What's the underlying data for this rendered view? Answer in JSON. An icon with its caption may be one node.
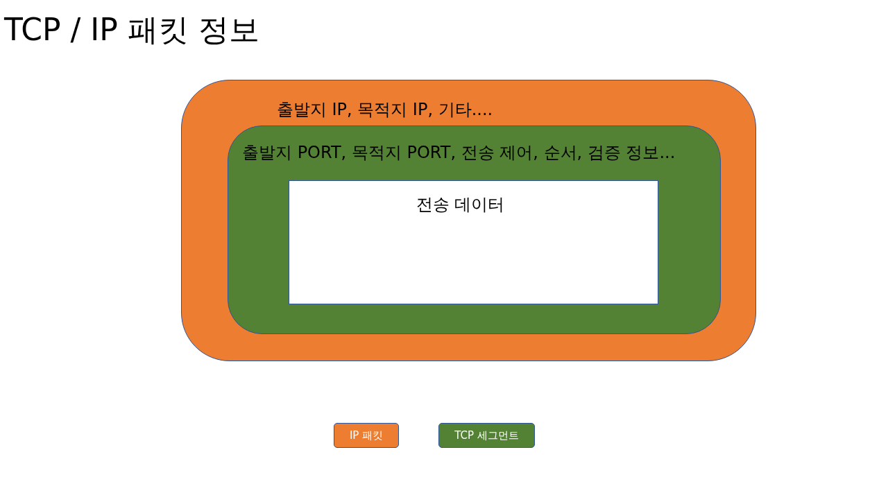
{
  "diagram": {
    "title": "TCP / IP 패킷 정보",
    "nodes": [
      {
        "text": [
          "출발지 IP, 목적지 IP, 기타...."
        ]
      },
      {
        "text": [
          "출발지 PORT, 목적지 PORT, 전송 제어, 순서, 검증 정보..."
        ],
        "in": 0
      },
      {
        "text": [
          "전송 데이터"
        ],
        "in": 1
      }
    ],
    "legend": [
      {
        "text": "IP 패킷",
        "color": "#ed7d31"
      },
      {
        "text": "TCP 세그먼트",
        "color": "#548235"
      }
    ]
  }
}
